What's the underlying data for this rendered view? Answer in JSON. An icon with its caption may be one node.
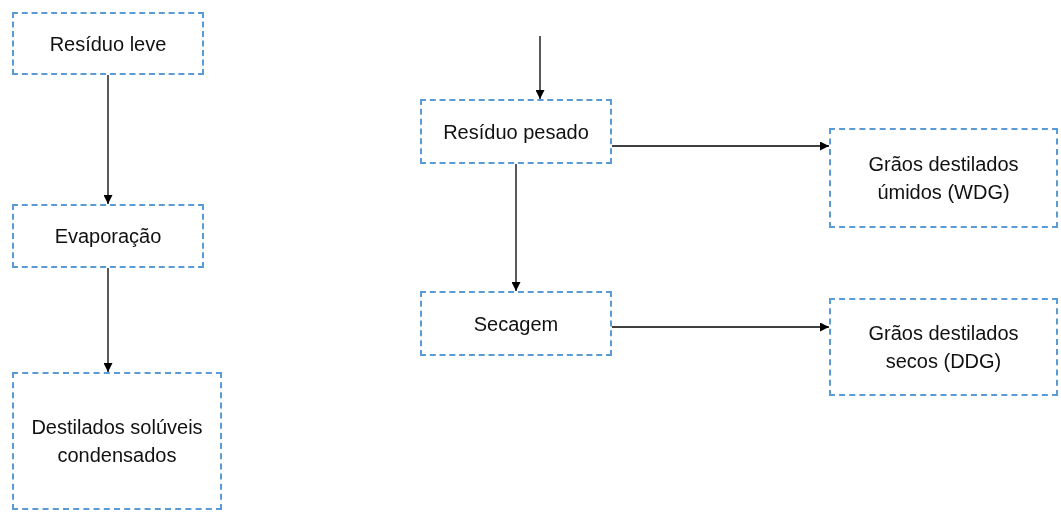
{
  "diagram": {
    "nodes": [
      {
        "text": [
          "Resíduo leve"
        ]
      },
      {
        "text": [
          "Evaporação"
        ]
      },
      {
        "text": [
          "Destilados solúveis condensados"
        ]
      },
      {
        "text": [
          "Resíduo pesado"
        ]
      },
      {
        "text": [
          "Grãos destilados úmidos (WDG)"
        ]
      },
      {
        "text": [
          "Secagem"
        ]
      },
      {
        "text": [
          "Grãos destilados secos (DDG)"
        ]
      }
    ],
    "edges": [
      {
        "from": 0,
        "to": 1,
        "arrow": "to"
      },
      {
        "from": 1,
        "to": 2,
        "arrow": "to"
      },
      {
        "from": null,
        "to": 3,
        "arrow": "to"
      },
      {
        "from": 3,
        "to": 4,
        "arrow": "to"
      },
      {
        "from": 3,
        "to": 5,
        "arrow": "to"
      },
      {
        "from": 5,
        "to": 6,
        "arrow": "to"
      }
    ]
  }
}
